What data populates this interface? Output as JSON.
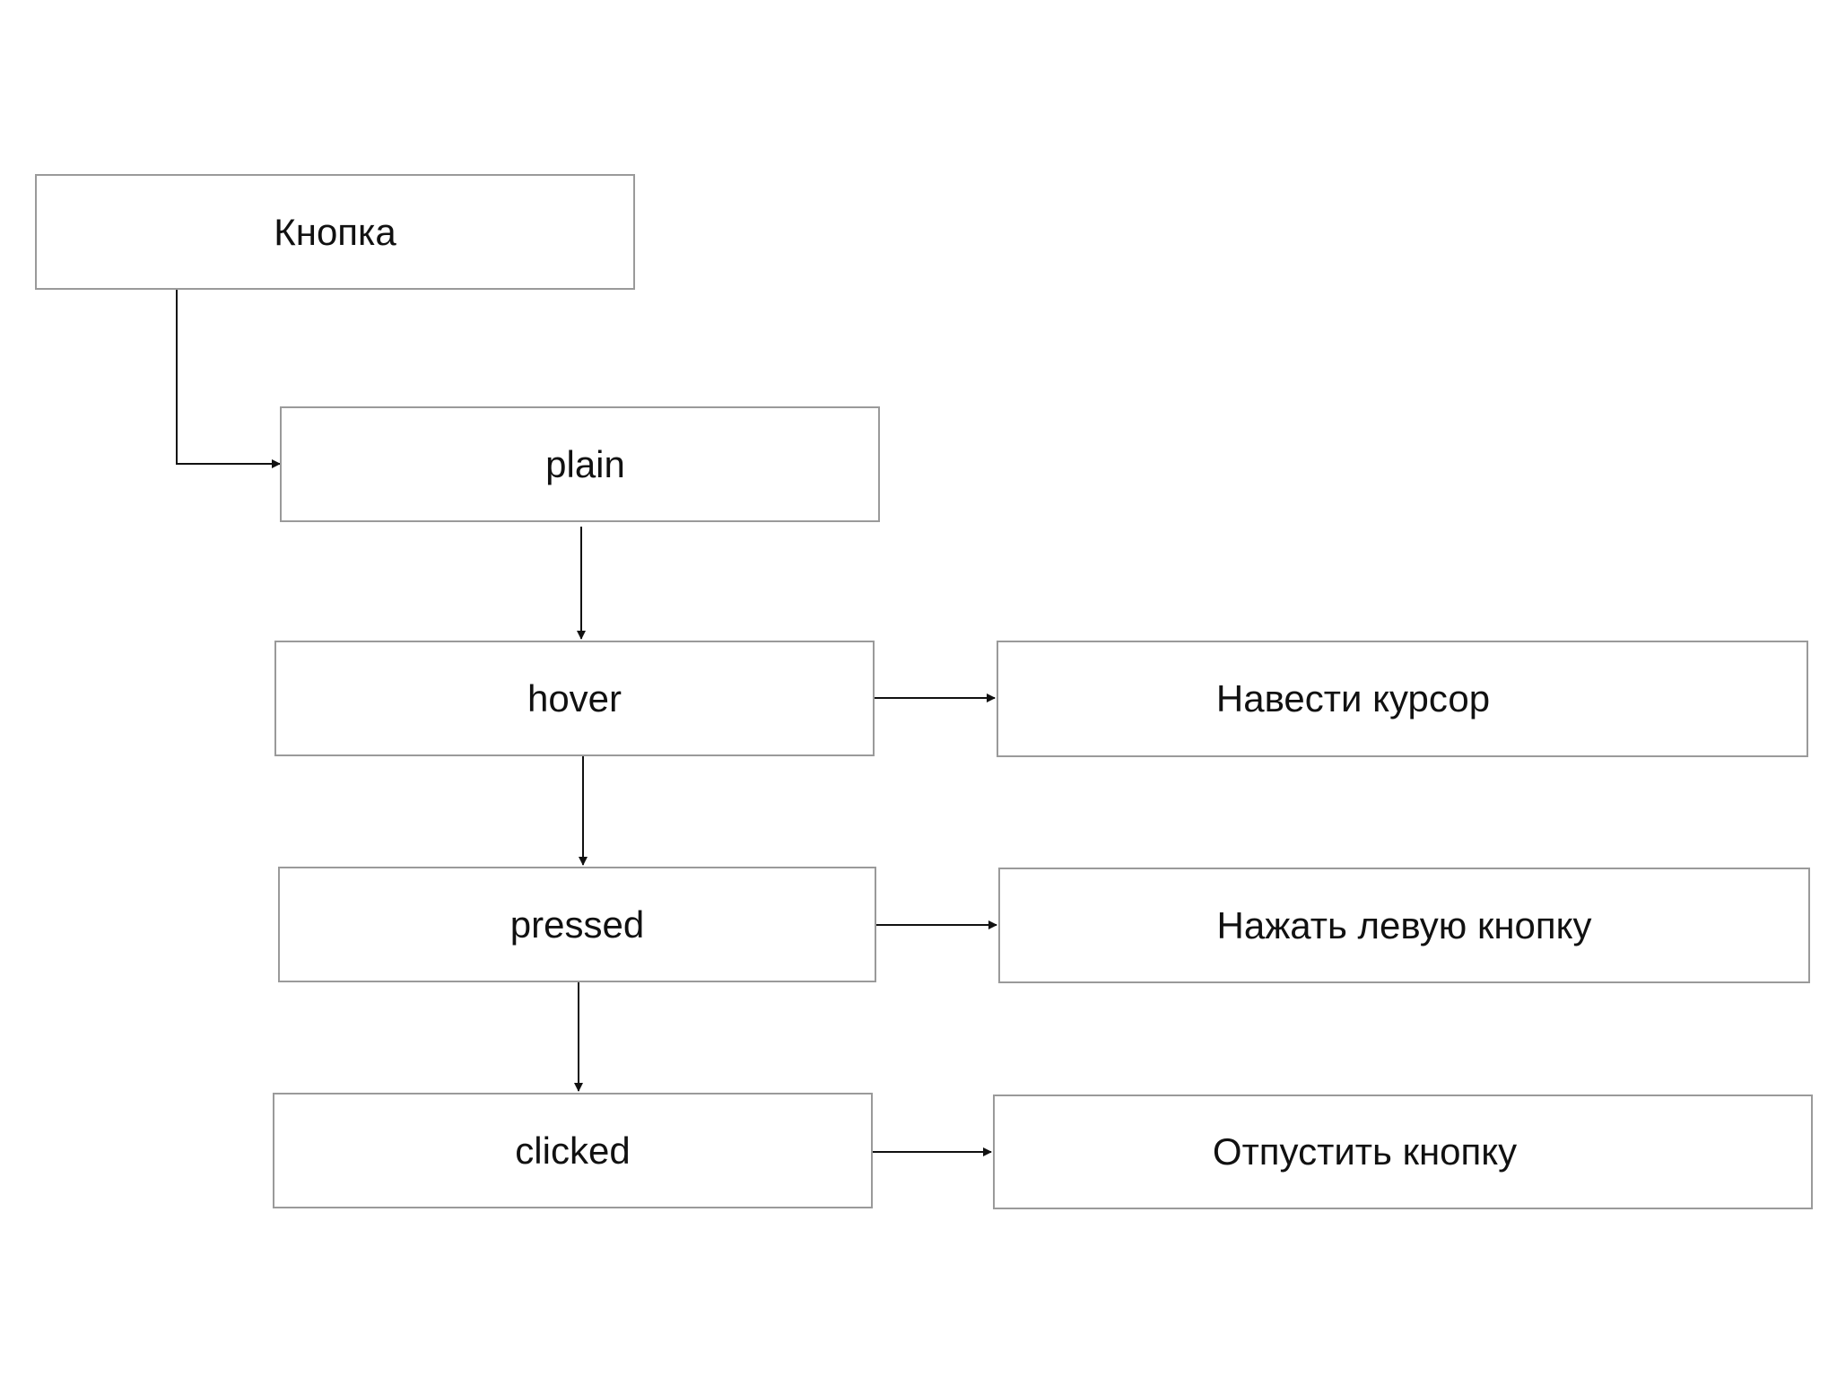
{
  "nodes": {
    "root": "Кнопка",
    "plain": "plain",
    "hover": "hover",
    "pressed": "pressed",
    "clicked": "clicked",
    "hover_action": "Навести курсор",
    "pressed_action": "Нажать левую кнопку",
    "clicked_action": "Отпустить кнопку"
  },
  "colors": {
    "box_border": "#9a9a9a",
    "connector": "#111111",
    "text": "#111111",
    "background": "#ffffff"
  }
}
